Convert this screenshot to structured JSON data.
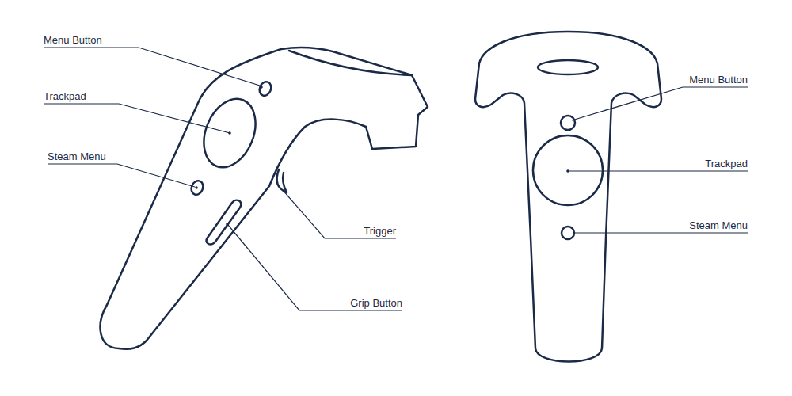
{
  "diagram": {
    "labels": [
      "Menu Button",
      "Trackpad",
      "Steam Menu",
      "Trigger",
      "Grip Button",
      "Menu Button",
      "Trackpad",
      "Steam Menu"
    ]
  }
}
